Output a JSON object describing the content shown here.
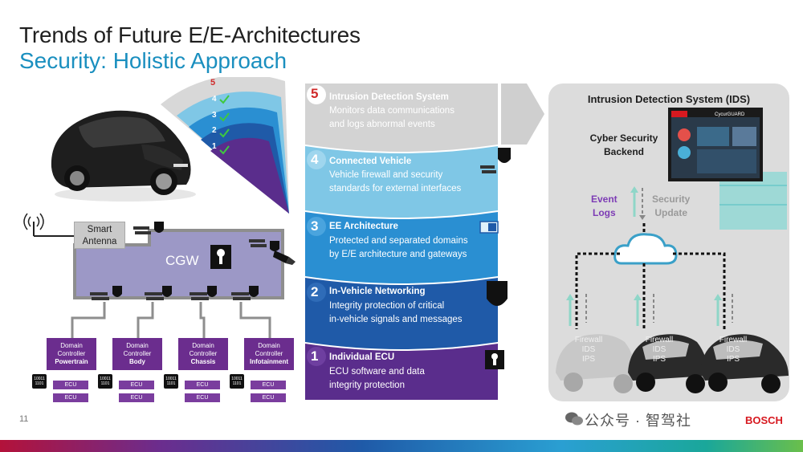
{
  "header": {
    "title": "Trends of Future E/E-Architectures",
    "subtitle": "Security: Holistic Approach"
  },
  "radar": {
    "levels": [
      "5",
      "4",
      "3",
      "2",
      "1"
    ]
  },
  "vehicle": {
    "antenna_label_line1": "Smart",
    "antenna_label_line2": "Antenna",
    "gateway_label": "CGW",
    "domain_controllers": [
      {
        "line1": "Domain",
        "line2": "Controller",
        "name": "Powertrain"
      },
      {
        "line1": "Domain",
        "line2": "Controller",
        "name": "Body"
      },
      {
        "line1": "Domain",
        "line2": "Controller",
        "name": "Chassis"
      },
      {
        "line1": "Domain",
        "line2": "Controller",
        "name": "Infotainment"
      }
    ],
    "ecu_label": "ECU",
    "chip_text": "10011 1101"
  },
  "layers": [
    {
      "number": "5",
      "title": "Intrusion Detection System",
      "desc1": "Monitors data communications",
      "desc2": "and logs abnormal events",
      "color": "#d3d3d3",
      "num_color": "#d02a2a"
    },
    {
      "number": "4",
      "title": "Connected Vehicle",
      "desc1": "Vehicle firewall and security",
      "desc2": "standards for external interfaces",
      "color": "#7fc7e6",
      "num_color": "#ffffff"
    },
    {
      "number": "3",
      "title": "EE Architecture",
      "desc1": "Protected and separated domains",
      "desc2": "by E/E architecture and gateways",
      "color": "#2a8fd2",
      "num_color": "#ffffff"
    },
    {
      "number": "2",
      "title": "In-Vehicle Networking",
      "desc1": "Integrity protection of critical",
      "desc2": "in-vehicle signals and messages",
      "color": "#1f5aa8",
      "num_color": "#ffffff"
    },
    {
      "number": "1",
      "title": "Individual ECU",
      "desc1": "ECU software and data",
      "desc2": "integrity protection",
      "color": "#5a2d8c",
      "num_color": "#ffffff"
    }
  ],
  "ids": {
    "title": "Intrusion Detection System (IDS)",
    "backend_line1": "Cyber Security",
    "backend_line2": "Backend",
    "event_line1": "Event",
    "event_line2": "Logs",
    "update_line1": "Security",
    "update_line2": "Update",
    "screen_brand": "CycurGUARD",
    "car_labels": [
      "Firewall",
      "IDS",
      "IPS"
    ]
  },
  "footer": {
    "page": "11",
    "watermark": "公众号 · 智驾社",
    "brand": "BOSCH"
  },
  "colors": {
    "accent": "#1a8fbf",
    "purple": "#6b2d8e",
    "bosch_red": "#d71920"
  }
}
